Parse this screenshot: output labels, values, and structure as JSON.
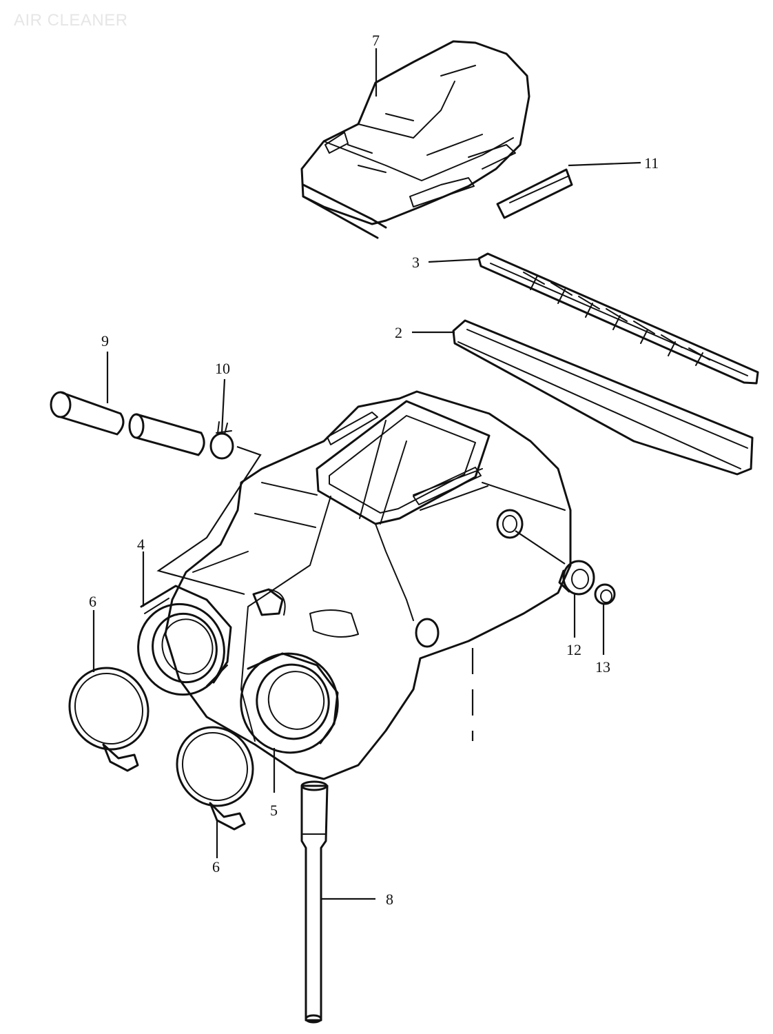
{
  "title": "AIR CLEANER",
  "callouts": [
    {
      "id": "c7",
      "text": "7"
    },
    {
      "id": "c11",
      "text": "11"
    },
    {
      "id": "c3",
      "text": "3"
    },
    {
      "id": "c2",
      "text": "2"
    },
    {
      "id": "c9",
      "text": "9"
    },
    {
      "id": "c10",
      "text": "10"
    },
    {
      "id": "c4",
      "text": "4"
    },
    {
      "id": "c6a",
      "text": "6"
    },
    {
      "id": "c6b",
      "text": "6"
    },
    {
      "id": "c5",
      "text": "5"
    },
    {
      "id": "c8",
      "text": "8"
    },
    {
      "id": "c12",
      "text": "12"
    },
    {
      "id": "c13",
      "text": "13"
    }
  ]
}
